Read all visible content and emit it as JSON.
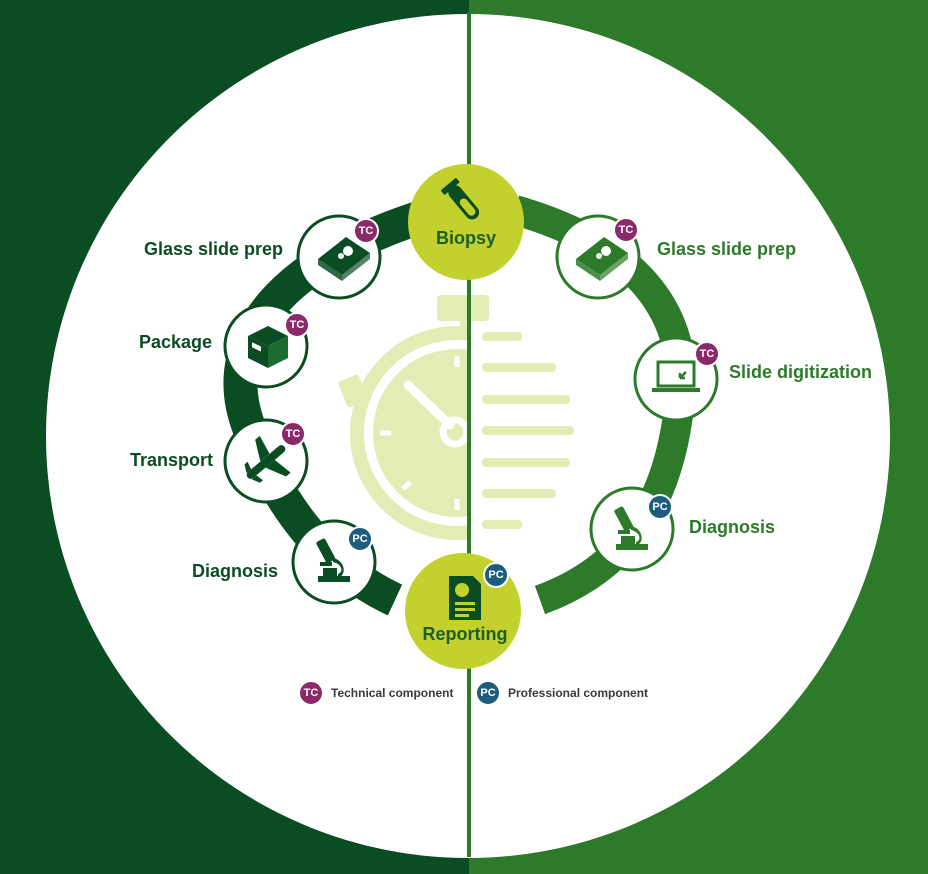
{
  "hubs": {
    "top": "Biopsy",
    "bottom": "Reporting"
  },
  "left_steps": [
    {
      "label": "Glass slide prep",
      "badge": "TC",
      "icon": "glass-slide-icon"
    },
    {
      "label": "Package",
      "badge": "TC",
      "icon": "package-box-icon"
    },
    {
      "label": "Transport",
      "badge": "TC",
      "icon": "airplane-icon"
    },
    {
      "label": "Diagnosis",
      "badge": "PC",
      "icon": "microscope-icon"
    }
  ],
  "right_steps": [
    {
      "label": "Glass slide prep",
      "badge": "TC",
      "icon": "glass-slide-icon"
    },
    {
      "label": "Slide digitization",
      "badge": "TC",
      "icon": "laptop-icon"
    },
    {
      "label": "Diagnosis",
      "badge": "PC",
      "icon": "microscope-icon"
    }
  ],
  "reporting_badge": "PC",
  "legend": {
    "tc_badge": "TC",
    "tc_text": "Technical component",
    "pc_badge": "PC",
    "pc_text": "Professional component"
  },
  "colors": {
    "left_dark": "#0b4d23",
    "right_green": "#2d7a2a",
    "hub_lime": "#c2d12e",
    "watch_pale": "#e3ecb4",
    "tc_purple": "#8a2a6a",
    "pc_blue": "#1d5c7a"
  }
}
